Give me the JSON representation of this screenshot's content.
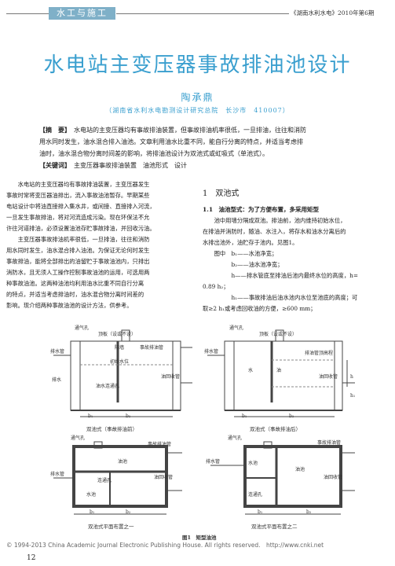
{
  "header": {
    "section_tab": "水工与施工",
    "journal_issue": "《湖南水利水电》2010年第6期"
  },
  "article": {
    "title": "水电站主变压器事故排油池设计",
    "author": "陶承鼎",
    "affiliation": "（湖南省水利水电勘测设计研究总院　长沙市　410007）",
    "abstract_tag": "【摘　要】",
    "abstract_lines": [
      "水电站的主变压器均有事故排油装置，但事故排油机率很低，一旦排油，往往和消防",
      "用水同时发生，油水混合排入油池。文章利用油水比重不同，能自行分离的特点，并适当考虑排",
      "油时，油水混合物分离时间差的影响，将排油池设计为双池式或虹吸式（单池式）。"
    ],
    "keywords_tag": "【关键词】",
    "keywords": "主变压器事故排油装置　油池形式　设计"
  },
  "left_column": [
    "　　水电站的主变压器均有事故排油装置，主变压器发生",
    "事故时常将变压器油排出，流入事故油池暂存。早期某些",
    "电站设计中将油直接排入集水井，或间接、直接排入河流，",
    "一旦发生事故排油，将对河流造成污染。现在环保法不允",
    "许往河道排油，必须设置油池存贮事故排油，并回收污油。",
    "　　主变压器事故排油机率很低，一旦排油，往往和消防",
    "用水同时发生，油水混合排入油池。为保证无论何时发生",
    "事故排油，能将全部排出的油留贮于事故油池内，只排出",
    "消防水，且无须人工操作控制事故油池的运用，可选用两",
    "种事故油池。这两种油池均利用油水比重不同自行分离",
    "的特点，并适当考虑排油时，油水混合物分离时间差的",
    "影响。现介绍两种事故油池的设计方法，供参考。"
  ],
  "right_column": {
    "section_title": "1　双池式",
    "subsection_title": "1.1　油池型式：为了方便布置，多采用矩型",
    "lines": [
      "　　池中用墙分隔成双池。排油前，池内维持初始水位，",
      "在排油并消防时，随油、水注入，将存水和油水分离后的",
      "水排出池外，油贮存于池内。见图1。",
      "　　图中　b₁——水池净宽；",
      "　　　　　b₂——油水池净宽；",
      "　　　　　h——排水管底至排油后池内最终水位的高度，h=",
      "0.89 h₂；",
      "　　　　　h₁——事故排油后油水池内水位至池底的高度；可",
      "取≥2 h₁或考虑回收油的方便，≥600 mm；"
    ]
  },
  "figure": {
    "panel1": {
      "caption": "双池式（事故排油前）",
      "labels": [
        "通气孔",
        "顶板（设或不设）",
        "排水管",
        "隔墙",
        "事故排油管",
        "初始水位",
        "排水",
        "油水连通孔",
        "油回收管",
        "b₁",
        "b₂"
      ]
    },
    "panel2": {
      "caption": "双池式（事故排油后）",
      "labels": [
        "通气孔",
        "顶板（设或不设）",
        "排水管",
        "排油管顶高程",
        "水",
        "油",
        "油回收管",
        "b₁",
        "b₂",
        "h",
        "h₁"
      ]
    },
    "panel3": {
      "caption": "双池式平面布置之一",
      "labels": [
        "通气孔",
        "事故排油管",
        "排水管",
        "油池",
        "连通孔",
        "水池",
        "油回收管",
        "b₁",
        "b₂"
      ]
    },
    "panel4": {
      "caption": "双池式平面布置之二",
      "labels": [
        "通气孔",
        "事故排油管",
        "排水管",
        "水池",
        "油池",
        "连通孔",
        "油回收管",
        "b₁",
        "b₂"
      ]
    },
    "caption": "图1　矩型油池"
  },
  "footer": {
    "copyright": "© 1994-2013 China Academic Journal Electronic Publishing House. All rights reserved.　http://www.cnki.net",
    "page_number": "12"
  }
}
